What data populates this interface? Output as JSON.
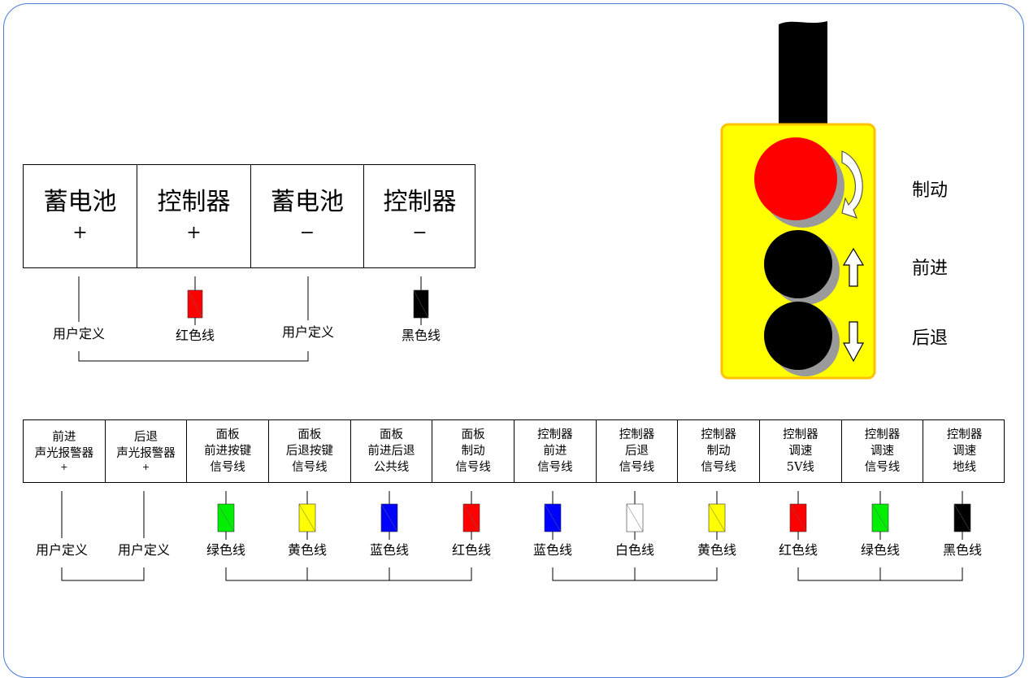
{
  "top_table": [
    {
      "name": "蓄电池",
      "sign": "+"
    },
    {
      "name": "控制器",
      "sign": "+"
    },
    {
      "name": "蓄电池",
      "sign": "−"
    },
    {
      "name": "控制器",
      "sign": "−"
    }
  ],
  "top_wires": [
    {
      "label": "用户定义",
      "color": null
    },
    {
      "label": "红色线",
      "color": "#ff0000"
    },
    {
      "label": "用户定义",
      "color": null
    },
    {
      "label": "黑色线",
      "color": "#000000"
    }
  ],
  "bottom_table": [
    {
      "lines": [
        "前进",
        "声光报警器"
      ],
      "sub": "+"
    },
    {
      "lines": [
        "后退",
        "声光报警器"
      ],
      "sub": "+"
    },
    {
      "lines": [
        "面板",
        "前进按键",
        "信号线"
      ]
    },
    {
      "lines": [
        "面板",
        "后退按键",
        "信号线"
      ]
    },
    {
      "lines": [
        "面板",
        "前进后退",
        "公共线"
      ]
    },
    {
      "lines": [
        "面板",
        "制动",
        "信号线"
      ]
    },
    {
      "lines": [
        "控制器",
        "前进",
        "信号线"
      ]
    },
    {
      "lines": [
        "控制器",
        "后退",
        "信号线"
      ]
    },
    {
      "lines": [
        "控制器",
        "制动",
        "信号线"
      ]
    },
    {
      "lines": [
        "控制器",
        "调速",
        "5V线"
      ]
    },
    {
      "lines": [
        "控制器",
        "调速",
        "信号线"
      ]
    },
    {
      "lines": [
        "控制器",
        "调速",
        "地线"
      ]
    }
  ],
  "bottom_wires": [
    {
      "label": "用户定义",
      "color": null
    },
    {
      "label": "用户定义",
      "color": null
    },
    {
      "label": "绿色线",
      "color": "#00ee00"
    },
    {
      "label": "黄色线",
      "color": "#ffff00"
    },
    {
      "label": "蓝色线",
      "color": "#0000ff"
    },
    {
      "label": "红色线",
      "color": "#ff0000"
    },
    {
      "label": "蓝色线",
      "color": "#0000ff"
    },
    {
      "label": "白色线",
      "color": "#ffffff"
    },
    {
      "label": "黄色线",
      "color": "#ffff00"
    },
    {
      "label": "红色线",
      "color": "#ff0000"
    },
    {
      "label": "绿色线",
      "color": "#00ee00"
    },
    {
      "label": "黑色线",
      "color": "#000000"
    }
  ],
  "pendant": {
    "buttons": [
      {
        "label": "制动",
        "color": "#ff0000",
        "icon": "rotate-arrow-icon"
      },
      {
        "label": "前进",
        "color": "#000000",
        "icon": "up-arrow-icon"
      },
      {
        "label": "后退",
        "color": "#000000",
        "icon": "down-arrow-icon"
      }
    ],
    "body_color": "#ffff00",
    "border_color": "#ffc000"
  },
  "frame_color": "#4a7bdc"
}
